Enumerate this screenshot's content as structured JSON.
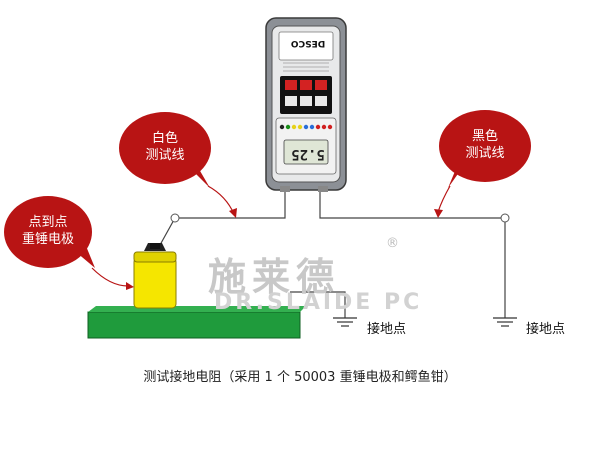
{
  "callouts": {
    "electrode": [
      "点到点",
      "重锤电极"
    ],
    "white_lead": [
      "白色",
      "测试线"
    ],
    "black_lead": [
      "黑色",
      "测试线"
    ]
  },
  "ground_labels": [
    "接地点",
    "接地点"
  ],
  "watermark": {
    "chinese": "施莱德",
    "english": "DR.SLAIDE PC",
    "registered": "®"
  },
  "meter": {
    "brand": "DESCO",
    "display": "5.25"
  },
  "caption": "测试接地电阻（采用 1 个 50003 重锤电极和鳄鱼钳）",
  "colors": {
    "bubble": "#b81414",
    "board": "#1f9b3c",
    "electrode": "#f5e600",
    "meter": "#8c9096"
  }
}
